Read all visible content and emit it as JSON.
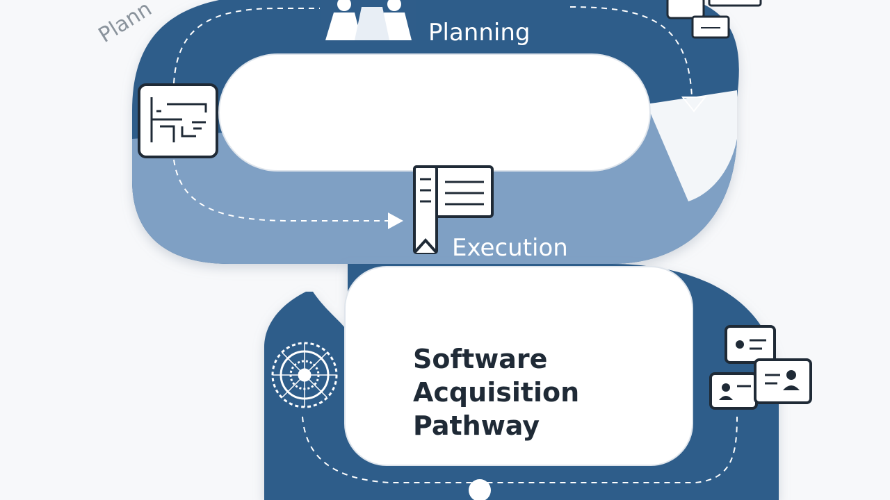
{
  "diagram": {
    "corner_label": "Plann",
    "stages": [
      {
        "label": "Planning"
      },
      {
        "label": "Execution"
      }
    ],
    "center_title": [
      "Software",
      "Acquisition",
      "Pathway"
    ]
  },
  "colors": {
    "dark_blue": "#2f5d8a",
    "mid_blue": "#7fa0c4",
    "light_band": "#d6e2ee",
    "background": "#f7f8fa",
    "text_dark": "#1f2a36",
    "text_white": "#ffffff"
  },
  "icons": [
    "team-icon",
    "chat-windows-icon",
    "blueprint-icon",
    "document-icon",
    "gear-network-icon",
    "chat-bubbles-icon"
  ]
}
